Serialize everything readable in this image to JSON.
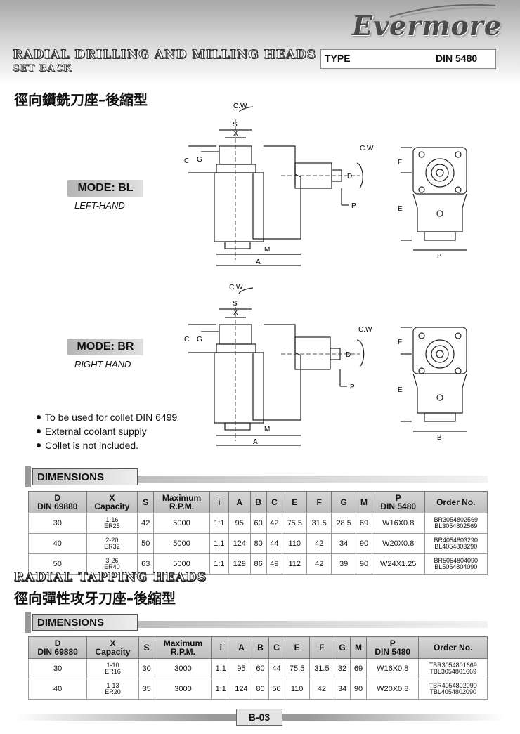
{
  "header": {
    "brand": "Evermore",
    "title_line1": "RADIAL DRILLING AND MILLING HEADS",
    "title_line2": "SET BACK",
    "type_label": "TYPE",
    "type_value": "DIN 5480",
    "zh_title": "徑向鑽銑刀座–後縮型"
  },
  "drawing_labels": {
    "cw": "C.W",
    "s": "S",
    "x": "X",
    "c": "C",
    "g": "G",
    "d": "D",
    "p": "P",
    "m": "M",
    "a": "A",
    "f": "F",
    "e": "E",
    "b": "B"
  },
  "modes": [
    {
      "label": "MODE: BL",
      "sub": "LEFT-HAND"
    },
    {
      "label": "MODE: BR",
      "sub": "RIGHT-HAND"
    }
  ],
  "notes": [
    "To be used for collet DIN 6499",
    "External coolant supply",
    "Collet is not included."
  ],
  "table1": {
    "section_label": "DIMENSIONS",
    "headers": [
      "D\nDIN 69880",
      "X\nCapacity",
      "S",
      "Maximum\nR.P.M.",
      "i",
      "A",
      "B",
      "C",
      "E",
      "F",
      "G",
      "M",
      "P\nDIN 5480",
      "Order No."
    ],
    "rows": [
      [
        "30",
        "1-16\nER25",
        "42",
        "5000",
        "1:1",
        "95",
        "60",
        "42",
        "75.5",
        "31.5",
        "28.5",
        "69",
        "W16X0.8",
        "BR3054802569\nBL3054802569"
      ],
      [
        "40",
        "2-20\nER32",
        "50",
        "5000",
        "1:1",
        "124",
        "80",
        "44",
        "110",
        "42",
        "34",
        "90",
        "W20X0.8",
        "BR4054803290\nBL4054803290"
      ],
      [
        "50",
        "3-26\nER40",
        "63",
        "5000",
        "1:1",
        "129",
        "86",
        "49",
        "112",
        "42",
        "39",
        "90",
        "W24X1.25",
        "BR5054804090\nBL5054804090"
      ]
    ]
  },
  "section2": {
    "title": "RADIAL TAPPING HEADS",
    "zh_title": "徑向彈性攻牙刀座–後縮型"
  },
  "table2": {
    "section_label": "DIMENSIONS",
    "headers": [
      "D\nDIN 69880",
      "X\nCapacity",
      "S",
      "Maximum\nR.P.M.",
      "i",
      "A",
      "B",
      "C",
      "E",
      "F",
      "G",
      "M",
      "P\nDIN 5480",
      "Order No."
    ],
    "rows": [
      [
        "30",
        "1-10\nER16",
        "30",
        "3000",
        "1:1",
        "95",
        "60",
        "44",
        "75.5",
        "31.5",
        "32",
        "69",
        "W16X0.8",
        "TBR3054801669\nTBL3054801669"
      ],
      [
        "40",
        "1-13\nER20",
        "35",
        "3000",
        "1:1",
        "124",
        "80",
        "50",
        "110",
        "42",
        "34",
        "90",
        "W20X0.8",
        "TBR4054802090\nTBL4054802090"
      ]
    ]
  },
  "footer": {
    "page": "B-03"
  }
}
